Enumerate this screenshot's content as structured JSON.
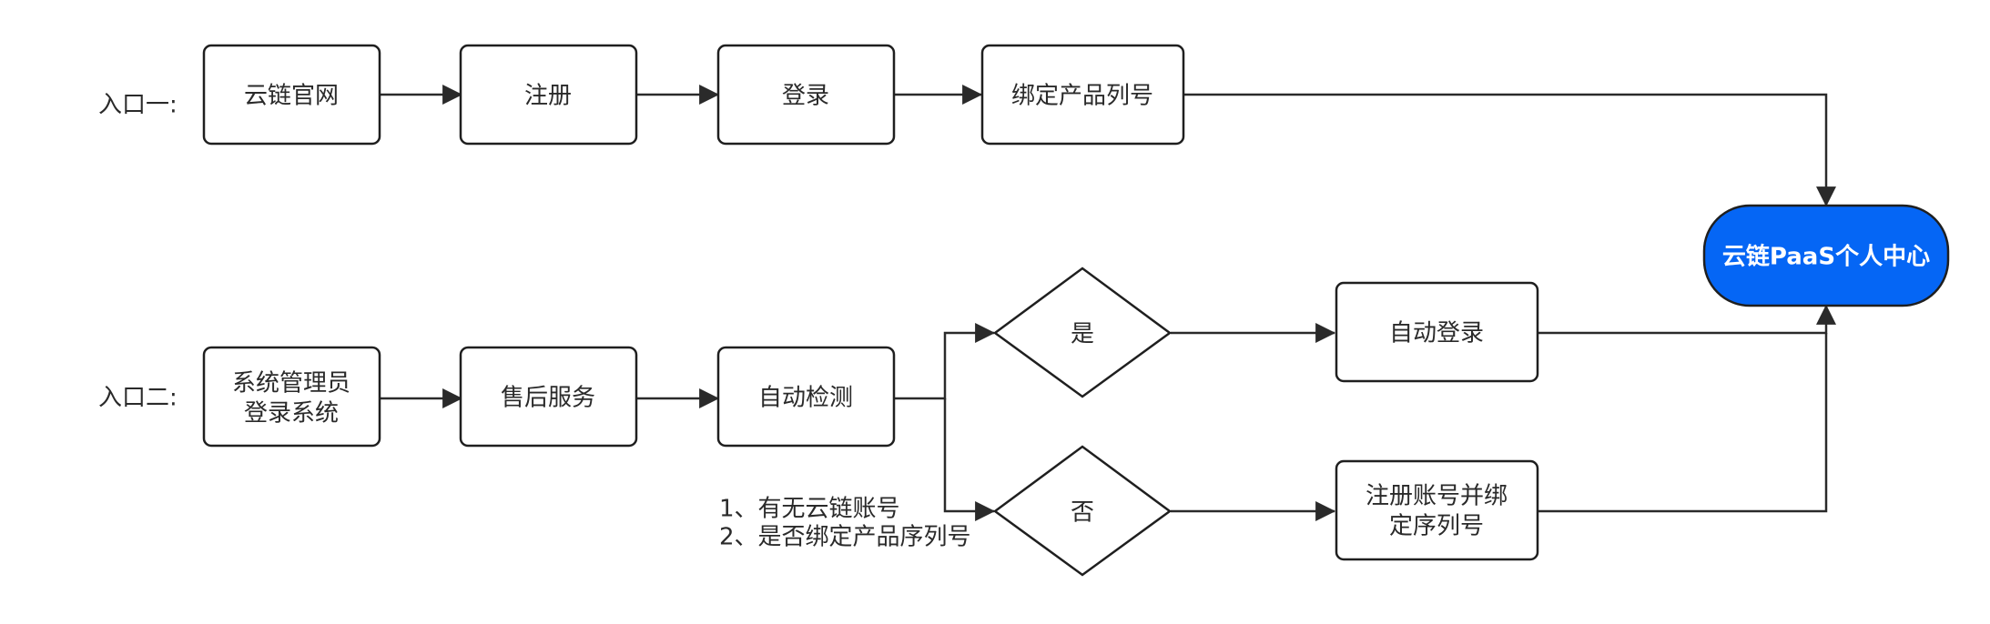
{
  "entries": {
    "entry1": "入口一:",
    "entry2": "入口二:"
  },
  "nodes": {
    "official_site": "云链官网",
    "register": "注册",
    "login": "登录",
    "bind_serial": "绑定产品列号",
    "hub": "云链PaaS个人中心",
    "admin_login_1": "系统管理员",
    "admin_login_2": "登录系统",
    "after_sales": "售后服务",
    "auto_detect": "自动检测",
    "yes": "是",
    "no": "否",
    "auto_login": "自动登录",
    "register_bind_1": "注册账号并绑",
    "register_bind_2": "定序列号"
  },
  "notes": {
    "line1": "1、有无云链账号",
    "line2": "2、是否绑定产品序列号"
  },
  "colors": {
    "hub_fill": "#0566f5",
    "stroke": "#1f1f1f"
  }
}
